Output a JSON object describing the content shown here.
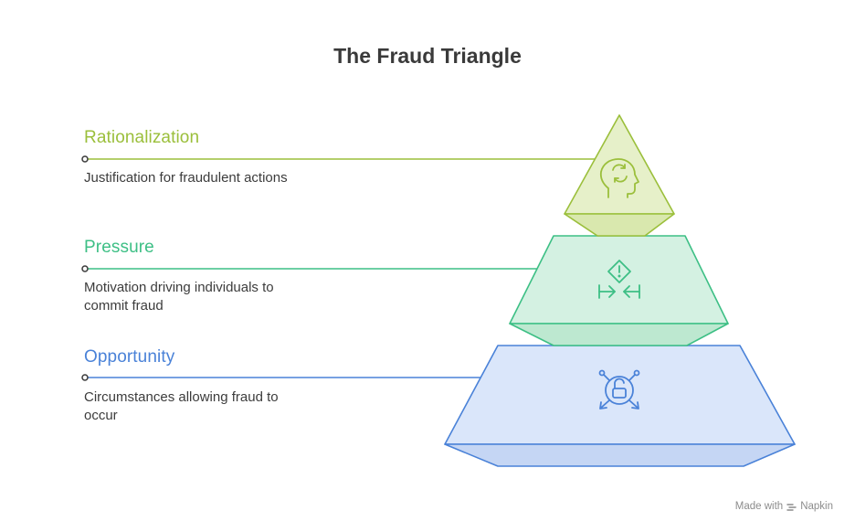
{
  "title": "The Fraud Triangle",
  "layers": [
    {
      "label": "Rationalization",
      "description": "Justification for fraudulent actions",
      "color": "#9bbf3b",
      "fill": "#e6f0c9",
      "icon": "head-cycle-icon"
    },
    {
      "label": "Pressure",
      "description": "Motivation driving individuals to commit fraud",
      "color": "#3dbf85",
      "fill": "#d4f1e2",
      "icon": "warning-compress-icon"
    },
    {
      "label": "Opportunity",
      "description": "Circumstances allowing fraud to occur",
      "color": "#4a82d8",
      "fill": "#dae6fa",
      "icon": "unlock-network-icon"
    }
  ],
  "footer": {
    "made_with": "Made with",
    "brand": "Napkin"
  }
}
